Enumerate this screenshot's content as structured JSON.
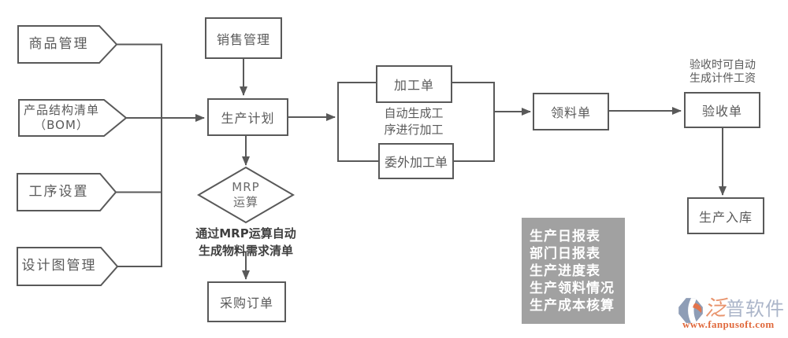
{
  "colors": {
    "line": "#595959",
    "box_border": "#595959",
    "box_text": "#595959",
    "bold_note_text": "#3e3e3e",
    "report_panel_bg": "#a1a1a1",
    "report_text": "#ffffff",
    "brand_first_char": "#e8936c",
    "brand_rest": "#abb5c9",
    "brand_url": "#e0693c",
    "logo_icon_blue": "#8e9db6",
    "logo_icon_orange": "#e2744c"
  },
  "inputs": [
    {
      "label": "商品管理"
    },
    {
      "label": "产品结构清单",
      "label2": "（BOM）"
    },
    {
      "label": "工序设置"
    },
    {
      "label": "设计图管理"
    }
  ],
  "nodes": {
    "sales": "销售管理",
    "plan": "生产计划",
    "mrp": {
      "line1": "MRP",
      "line2": "运算"
    },
    "purchase": "采购订单",
    "processing_order": "加工单",
    "outsourcing_order": "委外加工单",
    "material_requisition": "领料单",
    "acceptance": "验收单",
    "production_inbound": "生产入库"
  },
  "notes": {
    "mrp": {
      "line1": "通过MRP运算自动",
      "line2": "生成物料需求清单"
    },
    "processing": {
      "line1": "自动生成工",
      "line2": "序进行加工"
    },
    "acceptance": {
      "line1": "验收时可自动",
      "line2": "生成计件工资"
    }
  },
  "reports": [
    "生产日报表",
    "部门日报表",
    "生产进度表",
    "生产领料情况",
    "生产成本核算"
  ],
  "watermark": {
    "brand_first": "泛",
    "brand_rest": "普软件",
    "url": "www.fanpusoft.com"
  }
}
